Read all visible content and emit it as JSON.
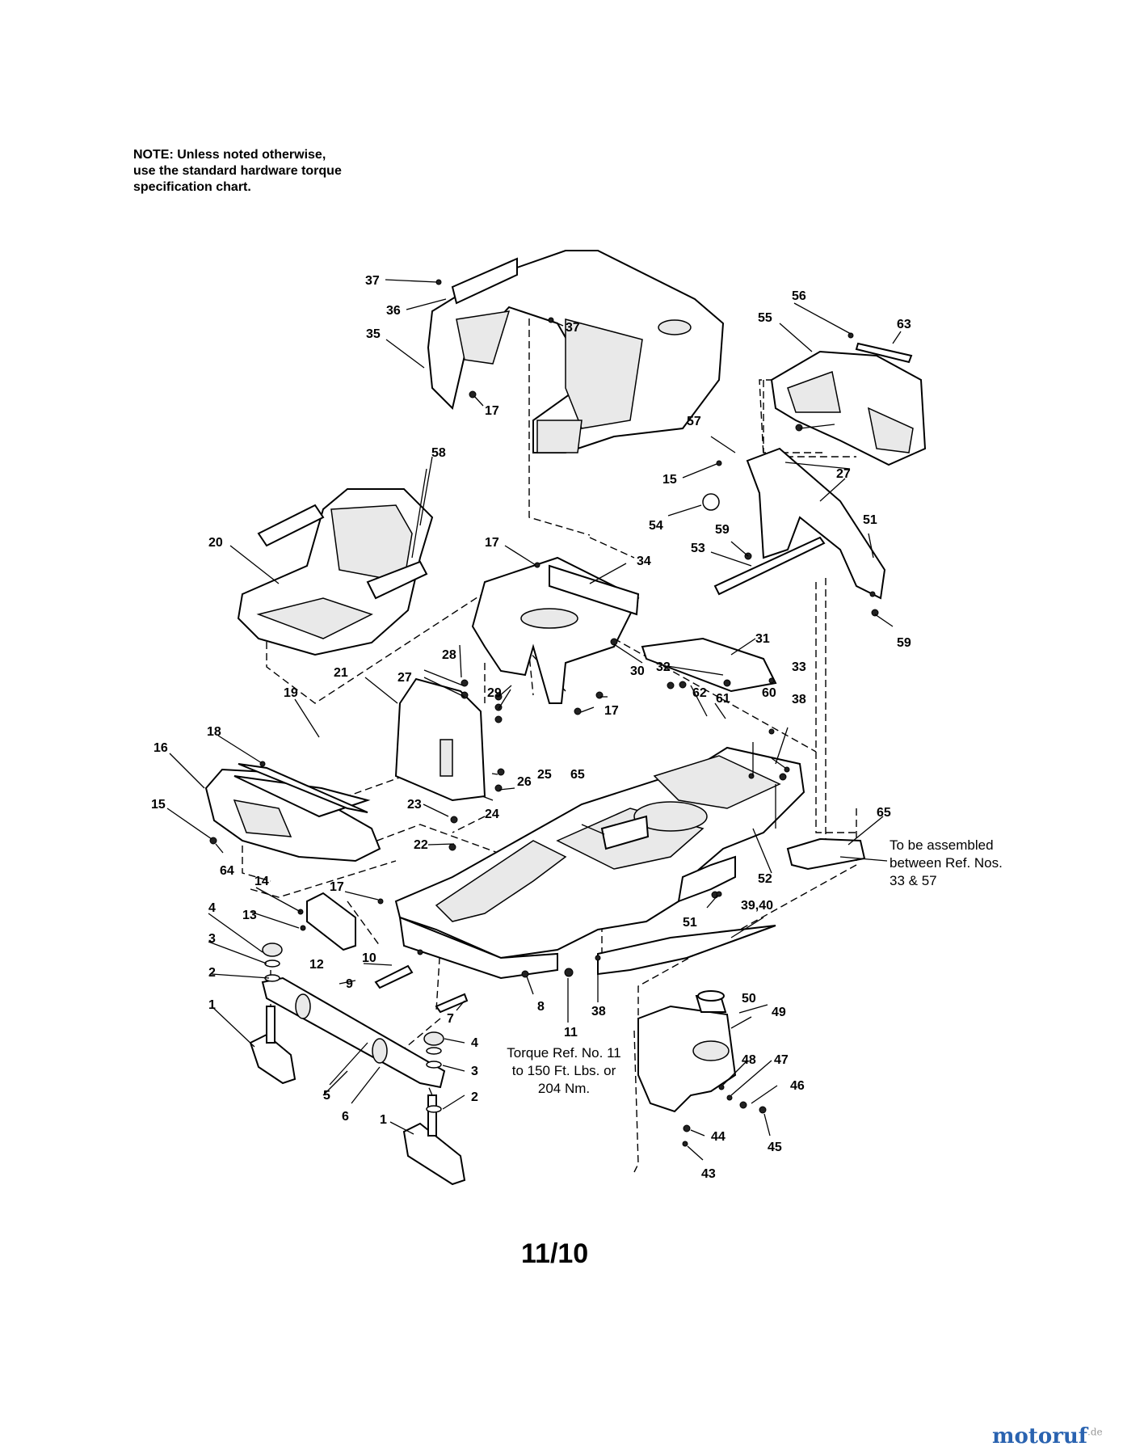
{
  "notes": {
    "standard_note": [
      "NOTE: Unless noted otherwise,",
      "use the standard hardware torque",
      "specification chart."
    ],
    "assembly_note": [
      "To be assembled",
      "between Ref. Nos.",
      "33 & 57"
    ],
    "torque_note": [
      "Torque Ref. No. 11",
      "to 150 Ft. Lbs. or",
      "204 Nm."
    ]
  },
  "page_number": "11/10",
  "watermark": {
    "brand": "motoruf",
    "tld": ".de"
  },
  "callouts": {
    "c1a": "1",
    "c1b": "1",
    "c2a": "2",
    "c2b": "2",
    "c3a": "3",
    "c3b": "3",
    "c4a": "4",
    "c4b": "4",
    "c5": "5",
    "c6": "6",
    "c7": "7",
    "c8": "8",
    "c9": "9",
    "c10": "10",
    "c11": "11",
    "c12": "12",
    "c13": "13",
    "c14": "14",
    "c15a": "15",
    "c15b": "15",
    "c16": "16",
    "c17a": "17",
    "c17b": "17",
    "c17c": "17",
    "c17d": "17",
    "c18": "18",
    "c19": "19",
    "c20": "20",
    "c21": "21",
    "c22": "22",
    "c23": "23",
    "c24": "24",
    "c25": "25",
    "c26": "26",
    "c27a": "27",
    "c27b": "27",
    "c28": "28",
    "c29": "29",
    "c30": "30",
    "c31": "31",
    "c32": "32",
    "c33": "33",
    "c34": "34",
    "c35": "35",
    "c36": "36",
    "c37a": "37",
    "c37b": "37",
    "c38a": "38",
    "c38b": "38",
    "c3940": "39,40",
    "c43": "43",
    "c44": "44",
    "c45": "45",
    "c46": "46",
    "c47": "47",
    "c48": "48",
    "c49": "49",
    "c50": "50",
    "c51a": "51",
    "c51b": "51",
    "c52": "52",
    "c53": "53",
    "c54": "54",
    "c55": "55",
    "c56": "56",
    "c57": "57",
    "c58": "58",
    "c59a": "59",
    "c59b": "59",
    "c60": "60",
    "c61": "61",
    "c62": "62",
    "c63": "63",
    "c64": "64",
    "c65a": "65",
    "c65b": "65"
  }
}
